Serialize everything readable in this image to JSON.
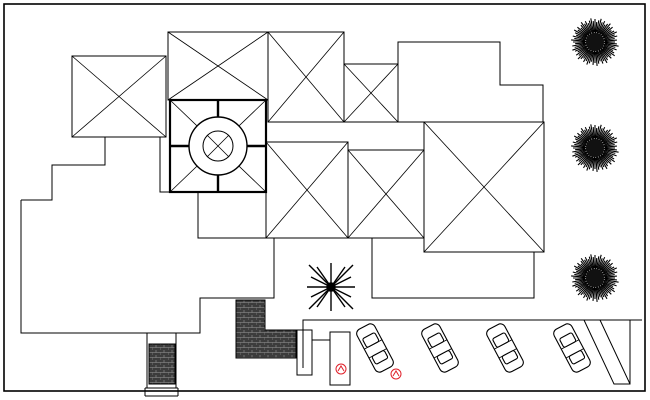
{
  "drawing": {
    "kind": "architectural site plan",
    "items": {
      "roof_blocks": 9,
      "trees": 3,
      "parking_cars": 4,
      "red_markers": 2
    }
  }
}
